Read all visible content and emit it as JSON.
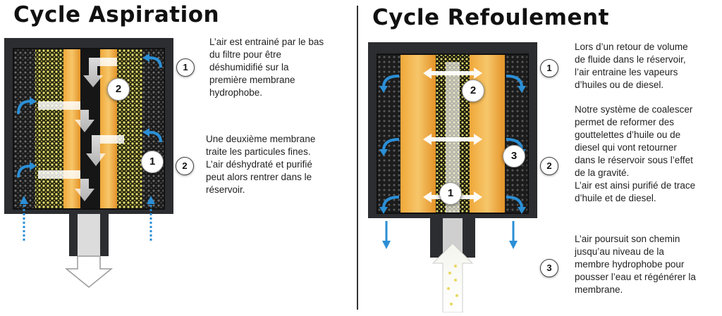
{
  "left": {
    "title": "Cycle Aspiration",
    "badges": {
      "one": "1",
      "two": "2"
    },
    "steps": [
      {
        "number": "1",
        "text": "L’air est entrainé par le bas\ndu filtre pour être\ndéshumidifié sur la\npremière membrane\nhydrophobe."
      },
      {
        "number": "2",
        "text": "Une deuxième membrane\ntraite les particules fines.\nL’air déshydraté et purifié\npeut alors rentrer dans le\nréservoir."
      }
    ]
  },
  "right": {
    "title": "Cycle Refoulement",
    "badges": {
      "one": "1",
      "two": "2",
      "three": "3"
    },
    "steps": [
      {
        "number": "1",
        "text": "Lors d’un retour de volume\nde fluide dans le réservoir,\nl’air entraine les vapeurs\nd’huiles ou de diesel."
      },
      {
        "number": "2",
        "text": "Notre système de coalescer\npermet de reformer des\ngouttelettes d’huile ou de\ndiesel qui vont retourner\ndans le réservoir sous l’effet\nde la gravité.\nL’air est ainsi purifié de trace\nd’huile et de diesel."
      },
      {
        "number": "3",
        "text": "L’air poursuit son chemin\njusqu’au niveau de la\nmembre hydrophobe pour\npousser l’eau et régénérer la\nmembrane."
      }
    ]
  },
  "colors": {
    "housing": "#2b2d30",
    "filter_orange": "#e8a030",
    "filter_yellow": "#e9e080",
    "media_dark": "#151515",
    "air_blue": "#2b8fd6"
  }
}
